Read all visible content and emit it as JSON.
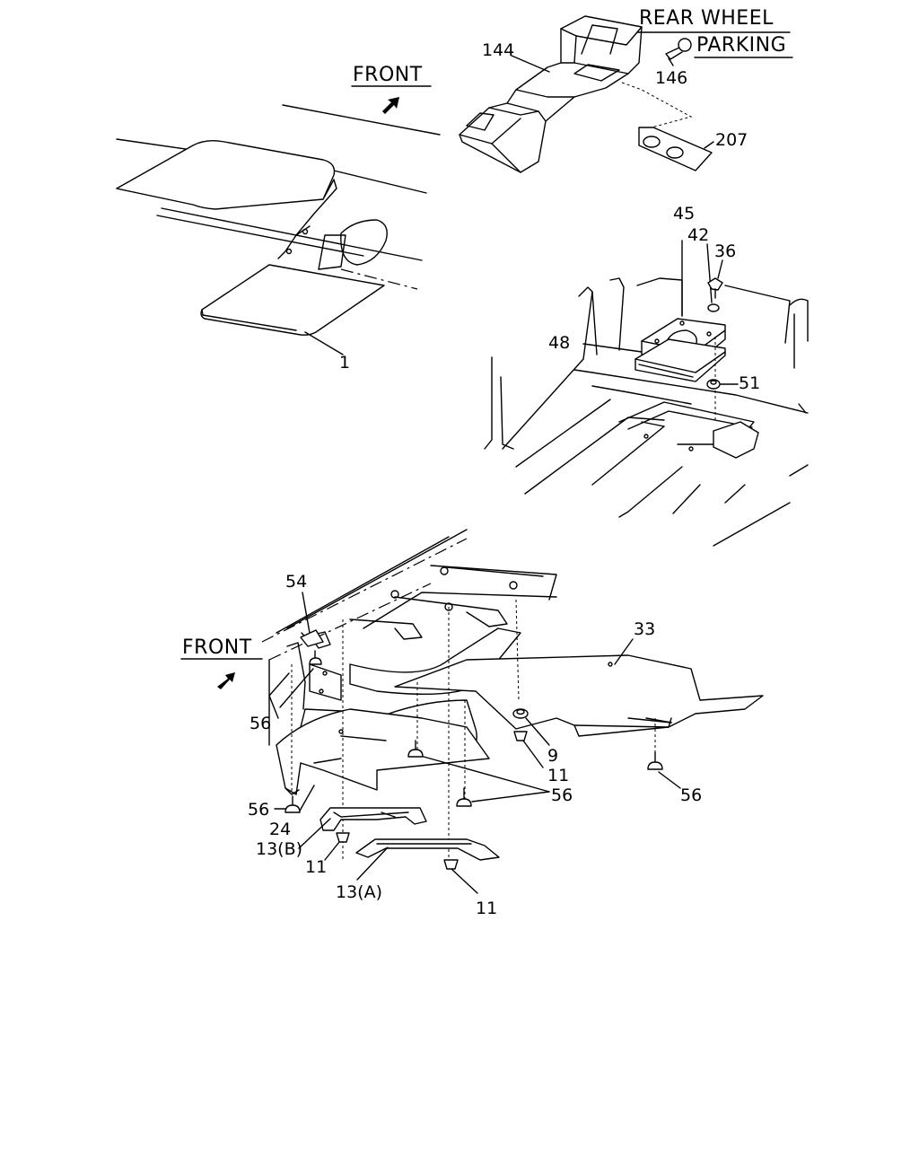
{
  "headings": {
    "front_top": "FRONT",
    "rear_wheel_parking_line1": "REAR WHEEL",
    "rear_wheel_parking_line2": "PARKING",
    "front_bottom": "FRONT"
  },
  "callouts": {
    "c144": "144",
    "c146": "146",
    "c207": "207",
    "c1": "1",
    "c45": "45",
    "c42": "42",
    "c36": "36",
    "c48": "48",
    "c51": "51",
    "c54": "54",
    "c33": "33",
    "c56_left": "56",
    "c9": "9",
    "c11_mid": "11",
    "c56_mid": "56",
    "c56_right": "56",
    "c56_lower": "56",
    "c24": "24",
    "c13b": "13(B)",
    "c11_left": "11",
    "c13a": "13(A)",
    "c11_bottom": "11"
  },
  "icons": [
    "arrow-front-icon"
  ]
}
